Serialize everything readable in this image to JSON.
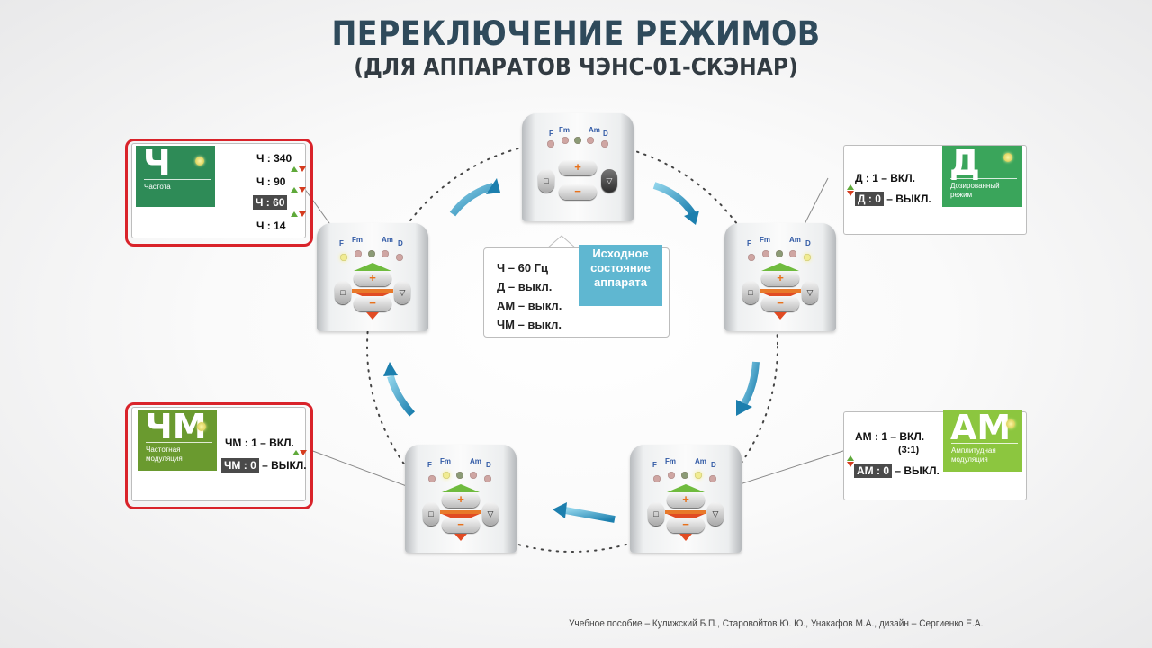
{
  "title": {
    "line1": "ПЕРЕКЛЮЧЕНИЕ РЕЖИМОВ",
    "line2": "(ДЛЯ АППАРАТОВ ЧЭНС-01-СКЭНАР)"
  },
  "device": {
    "led_labels": [
      "F",
      "Fm",
      "Am",
      "D"
    ],
    "plus": "+",
    "minus": "−",
    "left_button": "□",
    "right_button": "▽"
  },
  "center": {
    "lines": [
      "Ч – 60 Гц",
      "Д – выкл.",
      "АМ – выкл.",
      "ЧМ – выкл."
    ],
    "highlight": "Исходное состояние аппарата"
  },
  "modes": {
    "freq": {
      "letter": "Ч",
      "caption": "Частота",
      "color": "#2e8b57",
      "values": [
        "Ч : 340",
        "Ч :   90",
        "Ч :   60",
        "Ч :   14"
      ],
      "selected_index": 2
    },
    "dose": {
      "letter": "Д",
      "caption": "Дозированный режим",
      "color": "#3aa55b",
      "on_text": "Д : 1 – ВКЛ.",
      "off_chip": "Д : 0",
      "off_text": " – ВЫКЛ."
    },
    "fm": {
      "letter": "ЧМ",
      "caption": "Частотная модуляция",
      "color": "#6a9a2f",
      "on_text": "ЧМ : 1  –  ВКЛ.",
      "off_chip": "ЧМ : 0",
      "off_text": " – ВЫКЛ."
    },
    "am": {
      "letter": "АМ",
      "caption": "Амплитудная модуляция",
      "color": "#8cc63f",
      "on_text": "АМ : 1 – ВКЛ.",
      "ratio": "(3:1)",
      "off_chip": "АМ : 0",
      "off_text": " – ВЫКЛ."
    }
  },
  "footer": "Учебное пособие –  Кулижский Б.П., Старовойтов Ю. Ю., Унакафов М.А., дизайн – Сергиенко Е.А.",
  "colors": {
    "title": "#2f4a5b",
    "arrow": "#1f8fb8",
    "highlight": "#5fb7d1",
    "red_frame": "#d9232a"
  }
}
